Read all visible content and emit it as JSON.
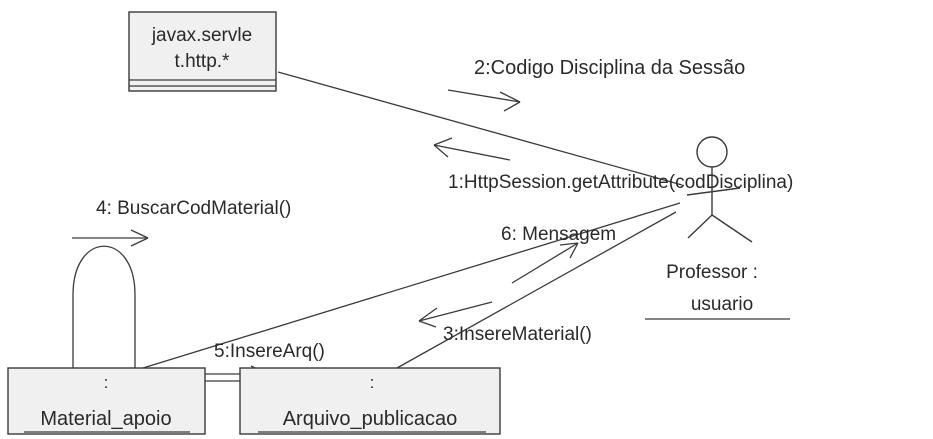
{
  "diagram": {
    "objects": {
      "servlet_pkg": {
        "line1": "javax.servle",
        "line2": "t.http.*"
      },
      "material_apoio": {
        "role": ":",
        "name": "Material_apoio"
      },
      "arquivo_publicacao": {
        "role": ":",
        "name": "Arquivo_publicacao"
      }
    },
    "actor": {
      "line1": "Professor :",
      "line2": "usuario"
    },
    "messages": {
      "m1": "1:HttpSession.getAttribute(codDisciplina)",
      "m2": "2:Codigo Disciplina da Sessão",
      "m3": "3:InsereMaterial()",
      "m4": "4: BuscarCodMaterial()",
      "m5": "5:InsereArq()",
      "m6": "6: Mensagem"
    }
  },
  "colors": {
    "line": "#3a3a3a",
    "box_fill": "#f0f0f0",
    "text": "#2a2a2a"
  }
}
